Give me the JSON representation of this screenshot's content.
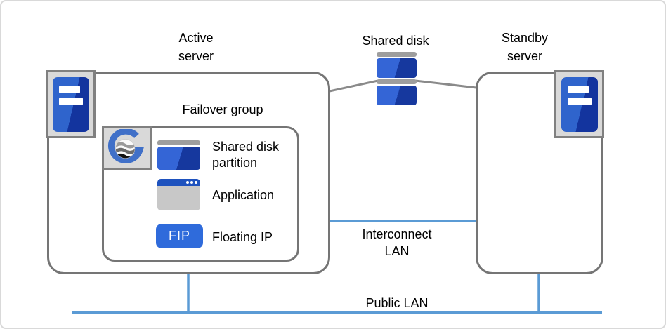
{
  "nodes": {
    "active_server": {
      "line1": "Active",
      "line2": "server"
    },
    "standby_server": {
      "line1": "Standby",
      "line2": "server"
    },
    "shared_disk": {
      "label": "Shared disk"
    },
    "failover_group": {
      "label": "Failover group"
    },
    "interconnect_lan": {
      "line1": "Interconnect",
      "line2": "LAN"
    },
    "public_lan": {
      "label": "Public LAN"
    }
  },
  "failover_items": [
    {
      "icon": "shared-disk-partition-icon",
      "line1": "Shared disk",
      "line2": "partition"
    },
    {
      "icon": "application-window-icon",
      "label": "Application"
    },
    {
      "icon": "floating-ip-badge",
      "badge": "FIP",
      "label": "Floating IP"
    }
  ],
  "icons": {
    "server": "server-icon",
    "shared_disk": "shared-disk-icon",
    "cluster_logo": "cluster-logo-icon"
  },
  "colors": {
    "box_border_gray": "#757575",
    "chip_border_gray": "#808080",
    "chip_bg_gray": "#d9d9d9",
    "disk_cap_gray": "#9e9e9e",
    "blue_light": "#3465d6",
    "blue_dark": "#16389e",
    "app_title_blue": "#1e52be",
    "app_body_gray": "#c8c8c8",
    "fip_blue": "#2f6bdb",
    "lan_line_blue": "#5b9bd5",
    "link_line_gray": "#8a8a8a",
    "logo_blue": "#4070c8"
  }
}
